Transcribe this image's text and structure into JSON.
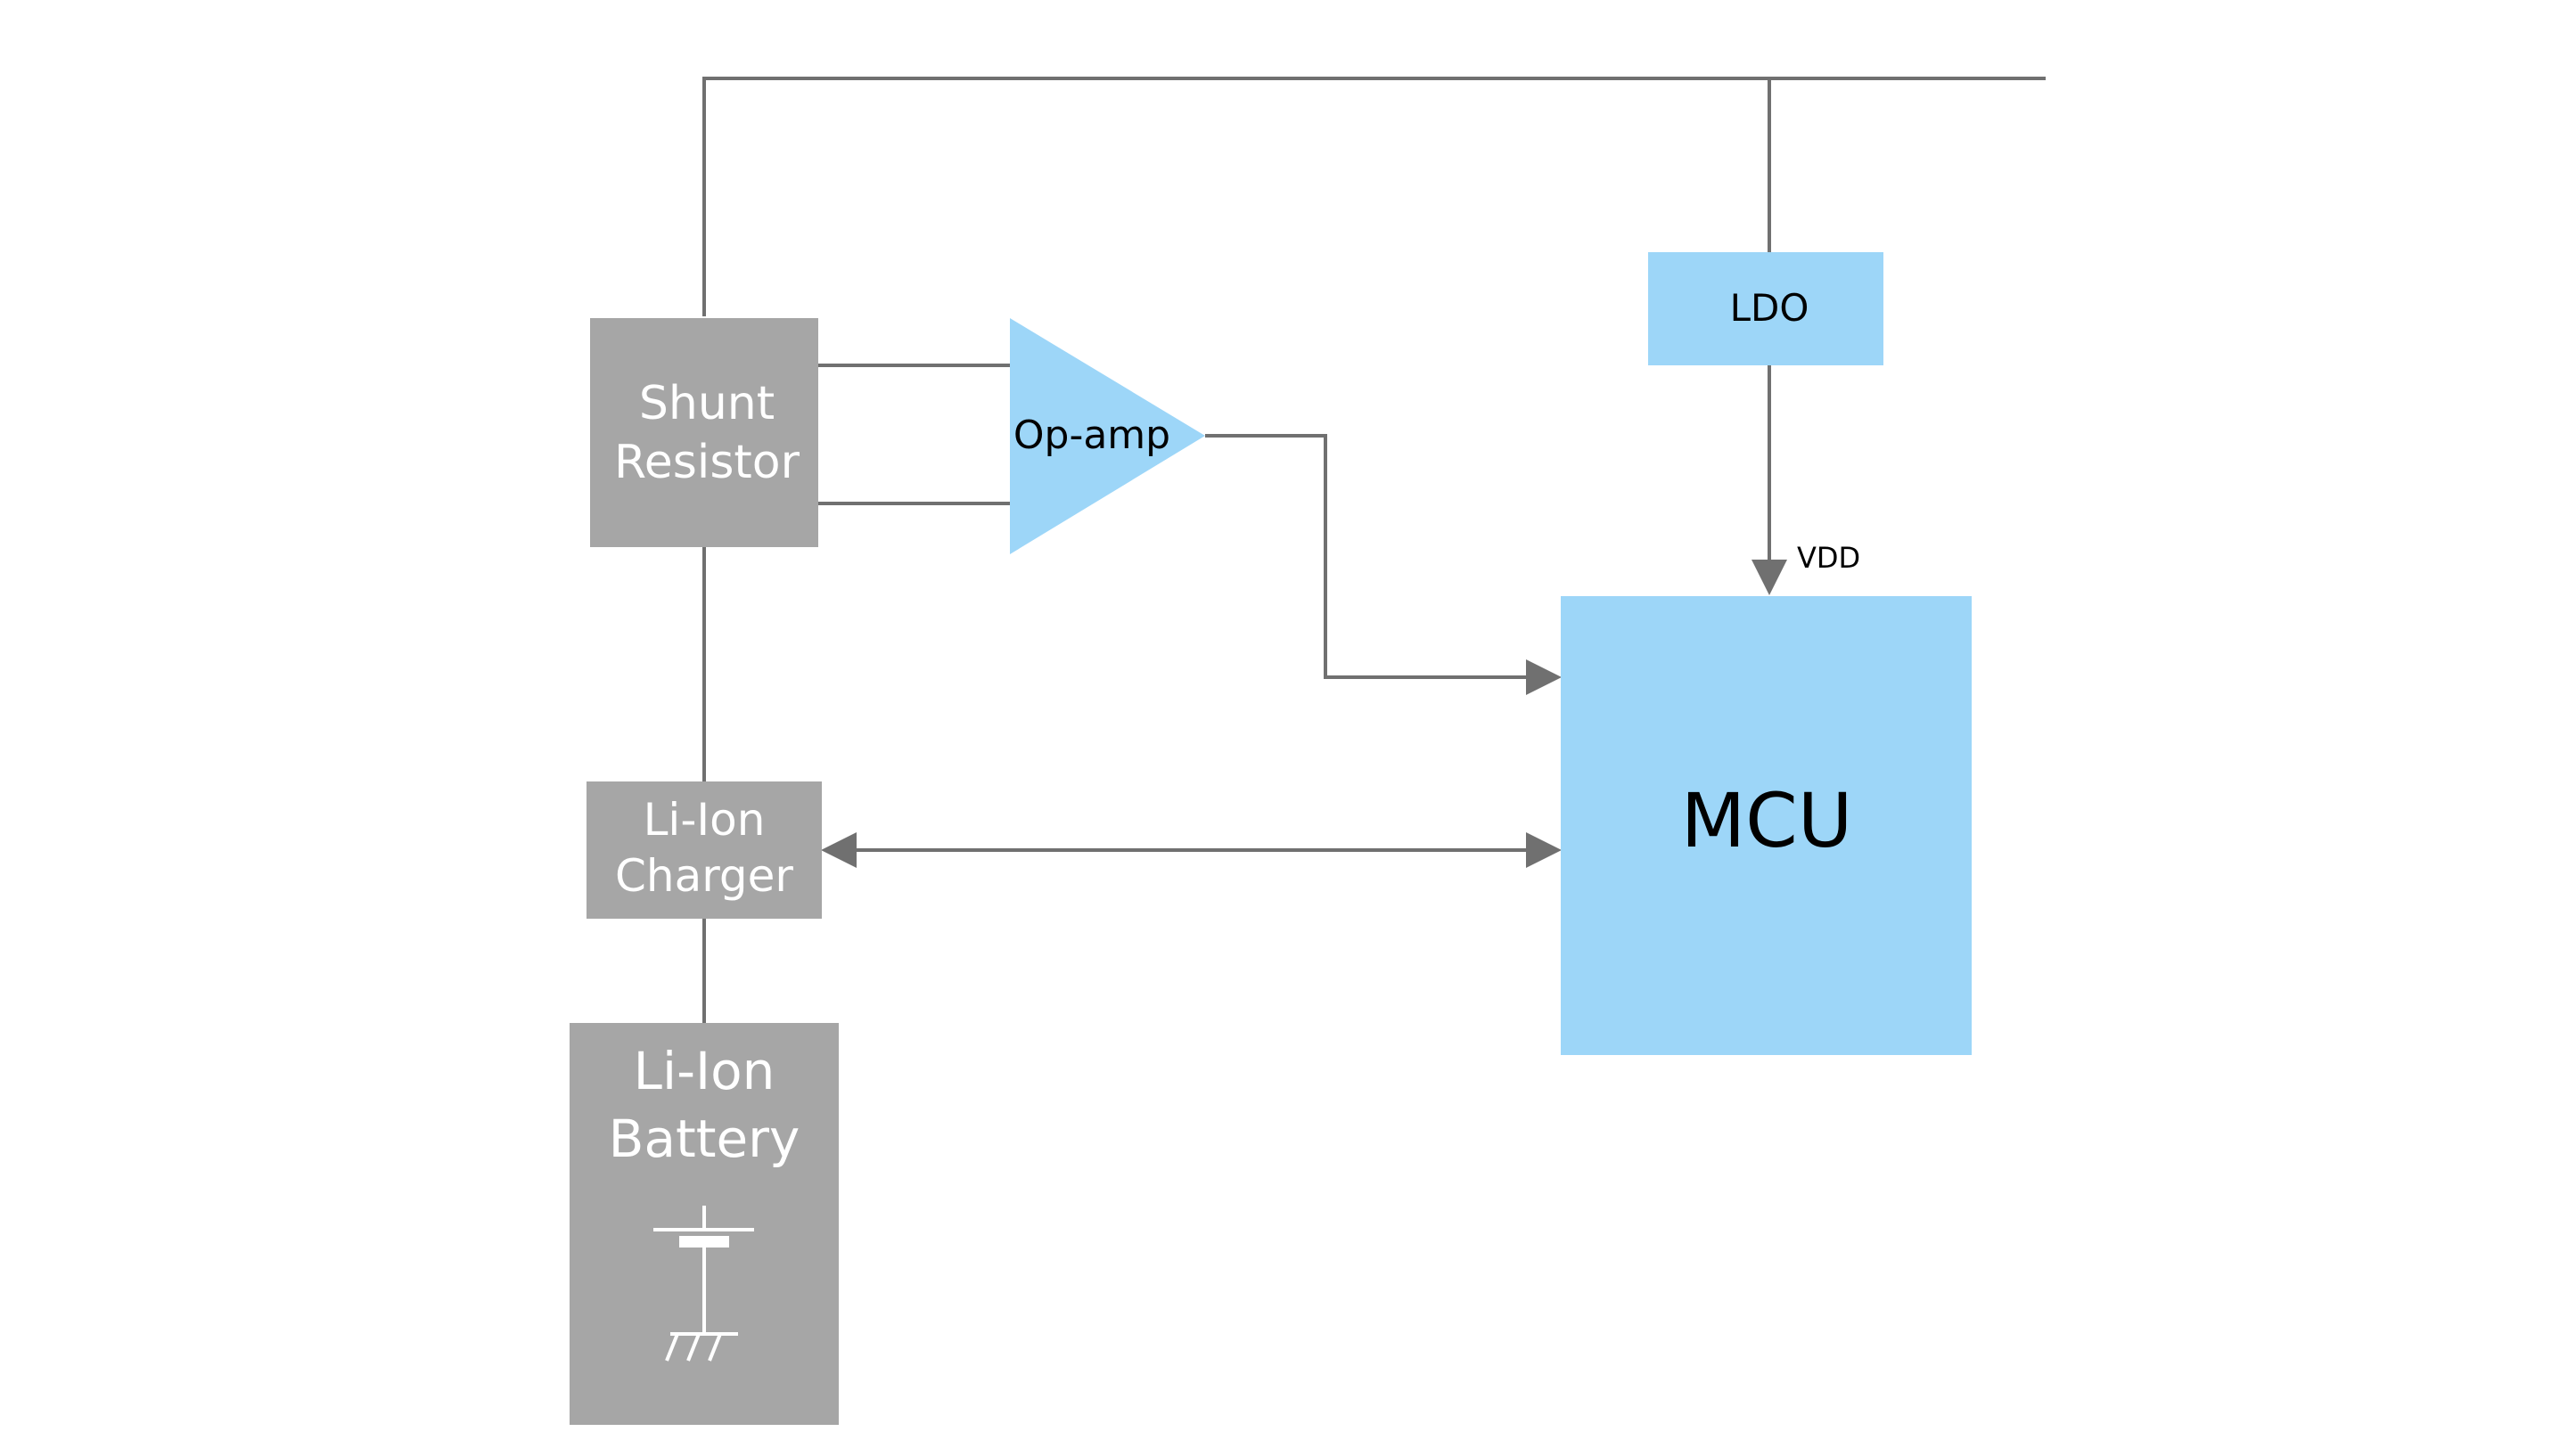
{
  "diagram": {
    "blocks": {
      "shunt_resistor": {
        "line1": "Shunt",
        "line2": "Resistor"
      },
      "op_amp": {
        "label": "Op-amp"
      },
      "ldo": {
        "label": "LDO"
      },
      "mcu": {
        "label": "MCU"
      },
      "li_ion_charger": {
        "line1": "Li-Ion",
        "line2": "Charger"
      },
      "li_ion_battery": {
        "line1": "Li-Ion",
        "line2": "Battery"
      }
    },
    "signals": {
      "vdd": "VDD"
    }
  },
  "colors": {
    "gray_block": "#a6a6a6",
    "blue_block": "#9dd6f8",
    "wire": "#707070"
  }
}
